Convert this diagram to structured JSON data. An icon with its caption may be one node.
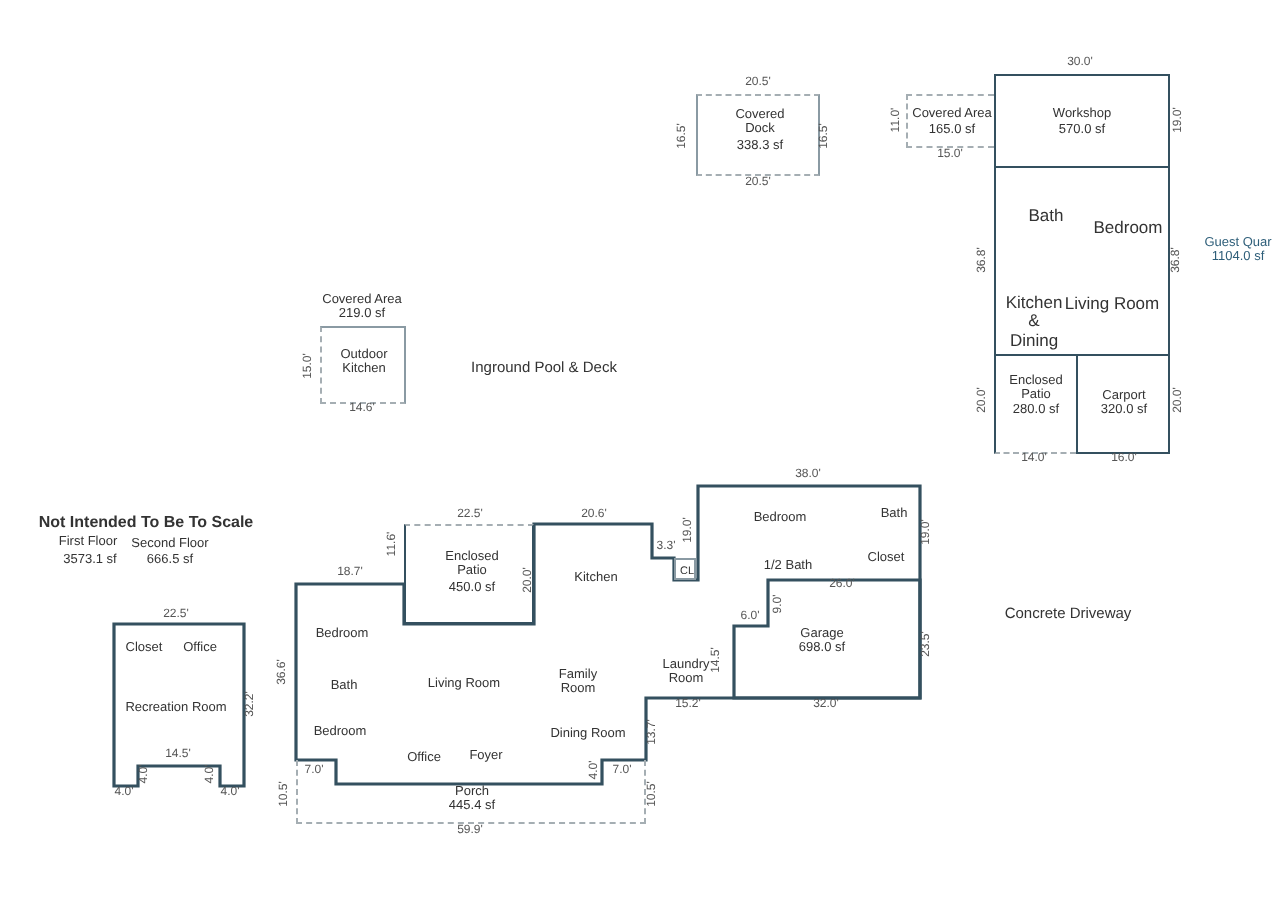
{
  "diagram": {
    "nodes": [
      {
        "text": [
          "Covered Dock",
          "338.3 sf"
        ]
      },
      {
        "text": [
          "Covered Area",
          "165.0 sf"
        ]
      },
      {
        "text": [
          "Workshop",
          "570.0 sf"
        ]
      },
      {
        "text": [
          "Bath",
          "Bedroom",
          "Kitchen & Dining",
          "Living Room"
        ],
        "beside": [
          "Guest Quar 1104.0 sf"
        ]
      },
      {
        "text": [
          "Enclosed Patio",
          "280.0 sf"
        ]
      },
      {
        "text": [
          "Carport",
          "320.0 sf"
        ]
      },
      {
        "text": [
          "Covered Area",
          "219.0 sf",
          "Outdoor Kitchen"
        ]
      },
      {
        "text": [
          "Closet",
          "Office",
          "Recreation Room"
        ]
      },
      {
        "text": [
          "Bedroom",
          "Bath",
          "Bedroom",
          "Living Room",
          "Kitchen",
          "Family Room",
          "Dining Room",
          "Office",
          "Foyer",
          "Laundry Room",
          "Bedroom",
          "Bath",
          "Closet",
          "1/2 Bath"
        ]
      },
      {
        "text": [
          "Enclosed Patio",
          "450.0 sf"
        ]
      },
      {
        "text": [
          "CL"
        ],
        "in": 8
      },
      {
        "text": [
          "Garage",
          "698.0 sf"
        ],
        "in": 8
      },
      {
        "text": [
          "Porch",
          "445.4 sf"
        ]
      }
    ],
    "edges": [],
    "labels": [
      "30.0'",
      "20.5'",
      "16.5'",
      "16.5'",
      "11.0'",
      "19.0'",
      "15.0'",
      "20.5'",
      "36.8'",
      "36.8'",
      "Inground Pool & Deck",
      "15.0'",
      "20.0'",
      "20.0'",
      "14.6'",
      "14.0'",
      "16.0'",
      "38.0'",
      "22.5'",
      "20.6'",
      "19.0'",
      "19.0'",
      "Not Intended To Be To Scale",
      "First Floor",
      "Second Floor",
      "3573.1 sf",
      "666.5 sf",
      "11.6'",
      "3.3'",
      "18.7'",
      "20.0'",
      "26.0'",
      "9.0'",
      "22.5'",
      "Concrete Driveway",
      "6.0'",
      "14.5'",
      "36.6'",
      "23.5'",
      "32.2'",
      "15.2'",
      "32.0'",
      "13.7'",
      "4.0'",
      "14.5'",
      "4.0'",
      "7.0'",
      "4.0'",
      "7.0'",
      "4.0'",
      "4.0'",
      "10.5'",
      "10.5'",
      "59.9'"
    ]
  }
}
